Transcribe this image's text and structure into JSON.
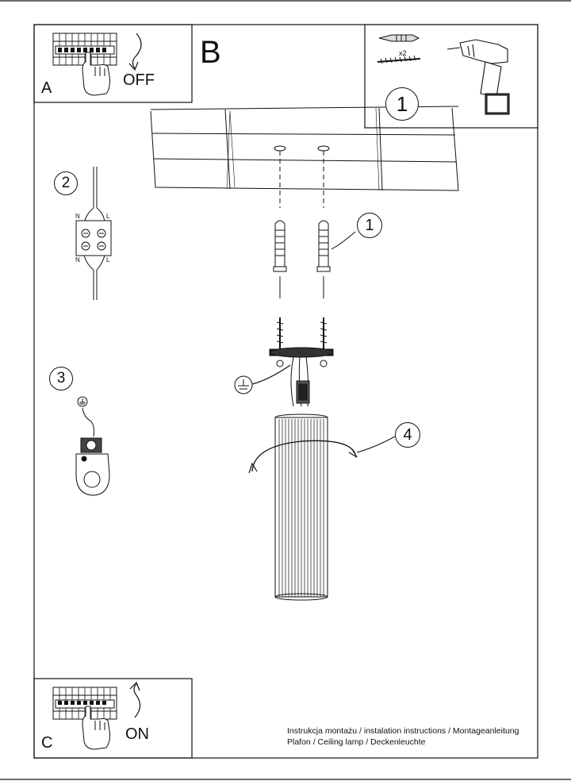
{
  "panels": {
    "a": {
      "letter": "A",
      "state": "OFF"
    },
    "b": {
      "letter": "B"
    },
    "c": {
      "letter": "C",
      "state": "ON"
    }
  },
  "tools": {
    "anchor_count": "x2",
    "step": "1"
  },
  "steps": {
    "s1": "1",
    "s2": "2",
    "s3": "3",
    "s4": "4"
  },
  "terminal": {
    "n_top": "N",
    "l_top": "L",
    "n_bottom": "N",
    "l_bottom": "L"
  },
  "footer": {
    "line1": "Instrukcja montażu / instalation instructions / Montageanleitung",
    "line2": "Plafon / Ceiling lamp / Deckenleuchte"
  }
}
